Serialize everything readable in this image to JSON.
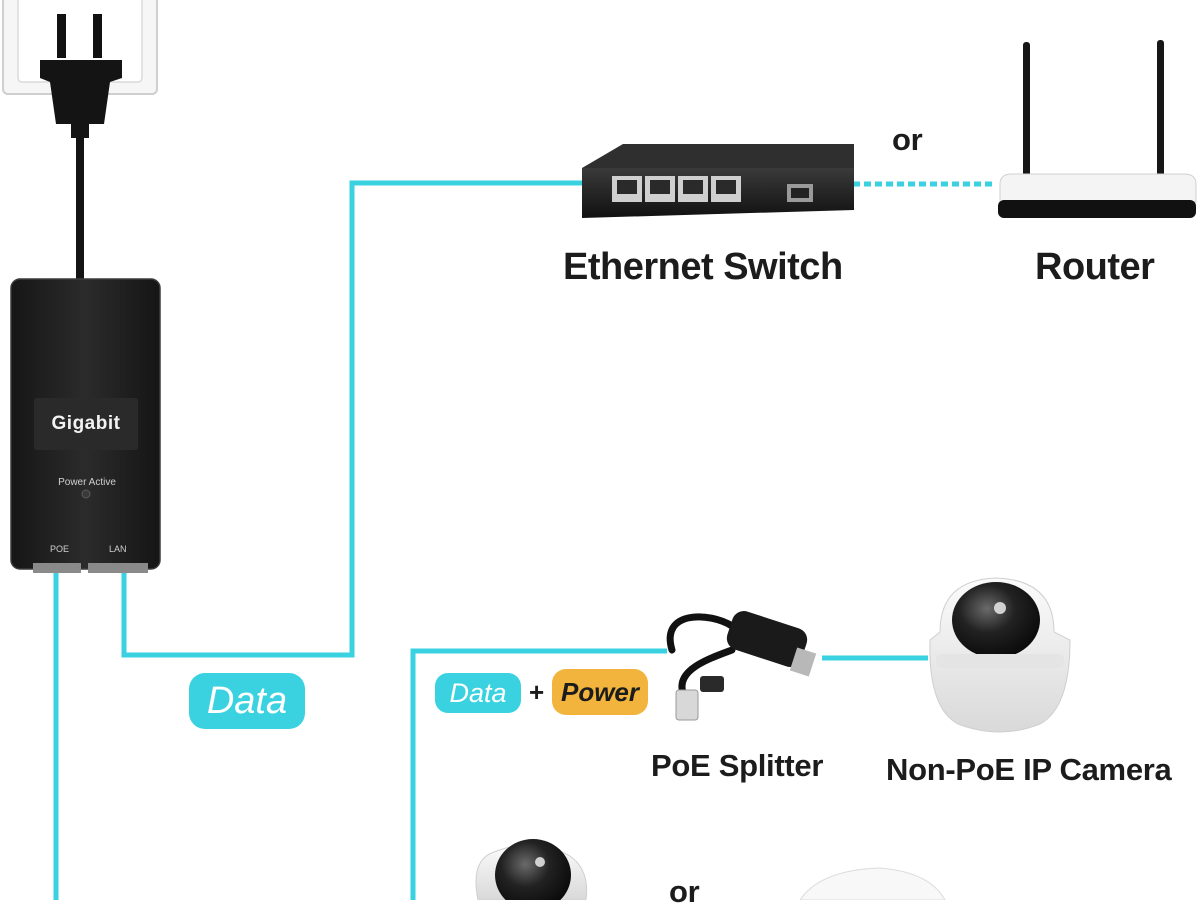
{
  "diagram": {
    "injector_badge": "Gigabit",
    "injector_led_label": "Power Active",
    "injector_port_poe": "POE",
    "injector_port_lan": "LAN",
    "switch_label": "Ethernet Switch",
    "router_label": "Router",
    "or_top": "or",
    "or_bottom": "or",
    "data_tag": "Data",
    "data_tag_small": "Data",
    "plus_sign": "+",
    "power_tag": "Power",
    "splitter_label": "PoE Splitter",
    "camera_label": "Non-PoE IP Camera"
  },
  "colors": {
    "cable_cyan": "#3ad2e0",
    "power_orange": "#f2b43c",
    "device_black": "#1e1e1e",
    "text_dark": "#1c1c1c"
  },
  "icons": [
    "wall-outlet-icon",
    "power-plug-icon",
    "ethernet-switch-icon",
    "router-icon",
    "poe-splitter-icon",
    "dome-camera-icon"
  ]
}
